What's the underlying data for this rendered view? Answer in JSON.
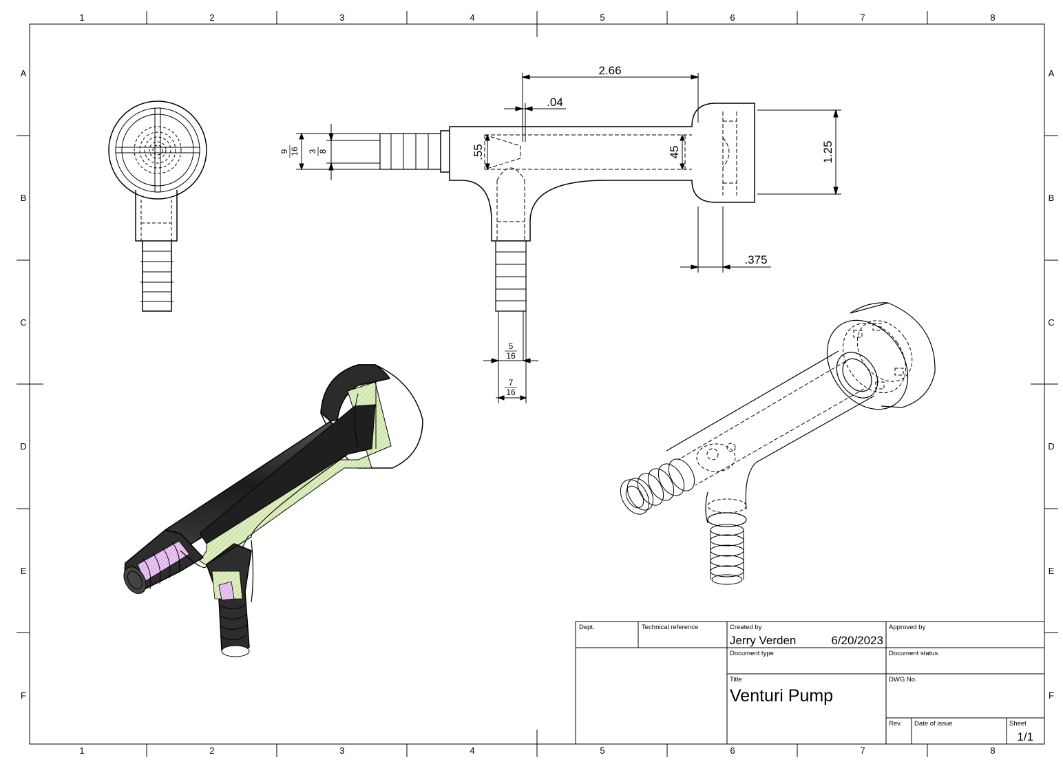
{
  "border": {
    "columns": [
      "1",
      "2",
      "3",
      "4",
      "5",
      "6",
      "7",
      "8"
    ],
    "rows": [
      "A",
      "B",
      "C",
      "D",
      "E",
      "F"
    ]
  },
  "dimensions": {
    "length_266": "2.66",
    "gap_04": ".04",
    "dia_125": "1.25",
    "dia_45": "45",
    "dia_55": ".55",
    "depth_375": ".375",
    "frac_9_16": {
      "num": "9",
      "den": "16"
    },
    "frac_3_8": {
      "num": "3",
      "den": "8"
    },
    "frac_5_16": {
      "num": "5",
      "den": "16"
    },
    "frac_7_16": {
      "num": "7",
      "den": "16"
    }
  },
  "title_block": {
    "dept_label": "Dept.",
    "tech_ref_label": "Technical reference",
    "created_by_label": "Created by",
    "created_by": "Jerry Verden",
    "date": "6/20/2023",
    "approved_by_label": "Approved by",
    "doc_type_label": "Document type",
    "doc_status_label": "Document status",
    "title_label": "Title",
    "title": "Venturi Pump",
    "dwg_no_label": "DWG No.",
    "rev_label": "Rev.",
    "date_of_issue_label": "Date of issue",
    "sheet_label": "Sheet",
    "sheet": "1/1"
  },
  "colors": {
    "line": "#000000",
    "section_hatch": "#d9ecb8",
    "section_dark": "#2a2a2a",
    "section_pink": "#e7b5f0"
  }
}
